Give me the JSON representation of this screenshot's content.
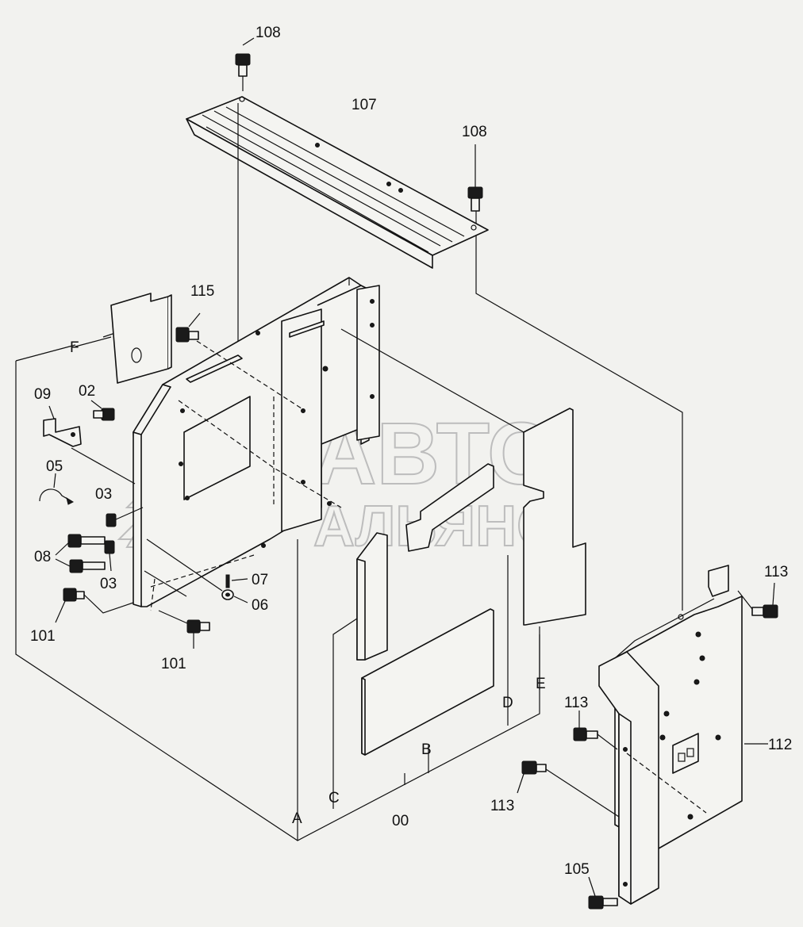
{
  "watermark": {
    "line1": "АВТО",
    "line2": "АЛЬЯНС"
  },
  "callouts": [
    {
      "id": "c108a",
      "text": "108"
    },
    {
      "id": "c107",
      "text": "107"
    },
    {
      "id": "c108b",
      "text": "108"
    },
    {
      "id": "c115",
      "text": "115"
    },
    {
      "id": "cF",
      "text": "F"
    },
    {
      "id": "c09",
      "text": "09"
    },
    {
      "id": "c02",
      "text": "02"
    },
    {
      "id": "c05",
      "text": "05"
    },
    {
      "id": "c03a",
      "text": "03"
    },
    {
      "id": "c08",
      "text": "08"
    },
    {
      "id": "c03b",
      "text": "03"
    },
    {
      "id": "c07",
      "text": "07"
    },
    {
      "id": "c06",
      "text": "06"
    },
    {
      "id": "c101a",
      "text": "101"
    },
    {
      "id": "c101b",
      "text": "101"
    },
    {
      "id": "cA",
      "text": "A"
    },
    {
      "id": "cC",
      "text": "C"
    },
    {
      "id": "c00",
      "text": "00"
    },
    {
      "id": "cB",
      "text": "B"
    },
    {
      "id": "cD",
      "text": "D"
    },
    {
      "id": "cE",
      "text": "E"
    },
    {
      "id": "c113a",
      "text": "113"
    },
    {
      "id": "c113b",
      "text": "113"
    },
    {
      "id": "c113c",
      "text": "113"
    },
    {
      "id": "c112",
      "text": "112"
    },
    {
      "id": "c105",
      "text": "105"
    }
  ]
}
